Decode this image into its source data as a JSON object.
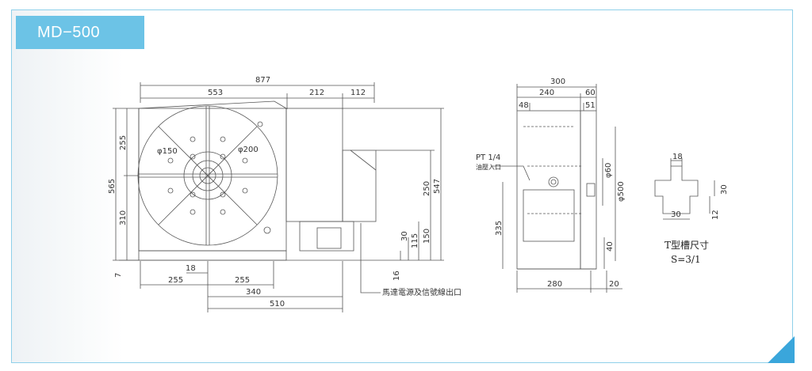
{
  "model": "MD−500",
  "front_view": {
    "overall_width": "877",
    "table_width": "553",
    "body_width": "212",
    "motor_width": "112",
    "upper_height": "255",
    "total_height": "565",
    "lower_height": "310",
    "bore_small": "φ150",
    "bore_large": "φ200",
    "height_547": "547",
    "height_250": "250",
    "height_150": "150",
    "height_115": "115",
    "height_30": "30",
    "height_16": "16",
    "base_7": "7",
    "slot_18": "18",
    "left_255": "255",
    "right_255": "255",
    "span_340": "340",
    "span_510": "510",
    "cable_note": "馬達電源及信號線出口"
  },
  "side_view": {
    "width_300": "300",
    "width_240": "240",
    "width_60": "60",
    "width_48": "48",
    "width_51": "51",
    "port_label": "PT 1/4",
    "port_note": "油壓入口",
    "dia_60": "φ60",
    "dia_500": "φ500",
    "height_335": "335",
    "height_40": "40",
    "base_280": "280",
    "base_20": "20"
  },
  "t_slot": {
    "width_18": "18",
    "width_30": "30",
    "height_30": "30",
    "height_12": "12",
    "title": "T型槽尺寸",
    "ratio": "S=3/1"
  }
}
